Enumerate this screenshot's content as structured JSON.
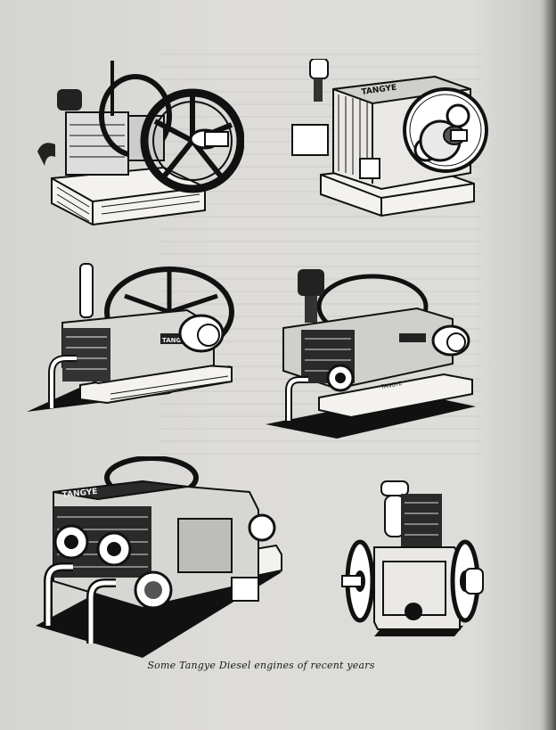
{
  "figure": {
    "caption": "Some Tangye Diesel engines of recent years",
    "engines": [
      {
        "label": ""
      },
      {
        "label": "TANGYE"
      },
      {
        "label": "TANGYE"
      },
      {
        "label": "TANGYE"
      },
      {
        "label": "TANGYE"
      },
      {
        "label": ""
      }
    ]
  },
  "colors": {
    "ink": "#111111",
    "paper": "#dcdcd9"
  }
}
